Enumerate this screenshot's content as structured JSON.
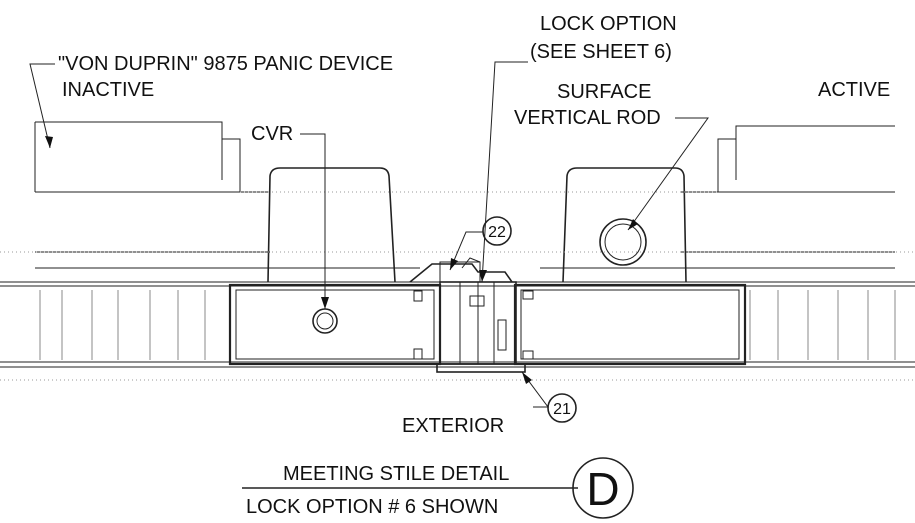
{
  "labels": {
    "panic_device": "\"VON DUPRIN\" 9875 PANIC DEVICE",
    "inactive": "INACTIVE",
    "active": "ACTIVE",
    "lock_option_1": "LOCK OPTION",
    "lock_option_2": "(SEE SHEET 6)",
    "surface_1": "SURFACE",
    "surface_2": "VERTICAL ROD",
    "cvr": "CVR",
    "exterior": "EXTERIOR",
    "callout_22": "22",
    "callout_21": "21",
    "title_1": "MEETING STILE DETAIL",
    "title_2": "LOCK OPTION # 6 SHOWN",
    "detail_letter": "D"
  }
}
